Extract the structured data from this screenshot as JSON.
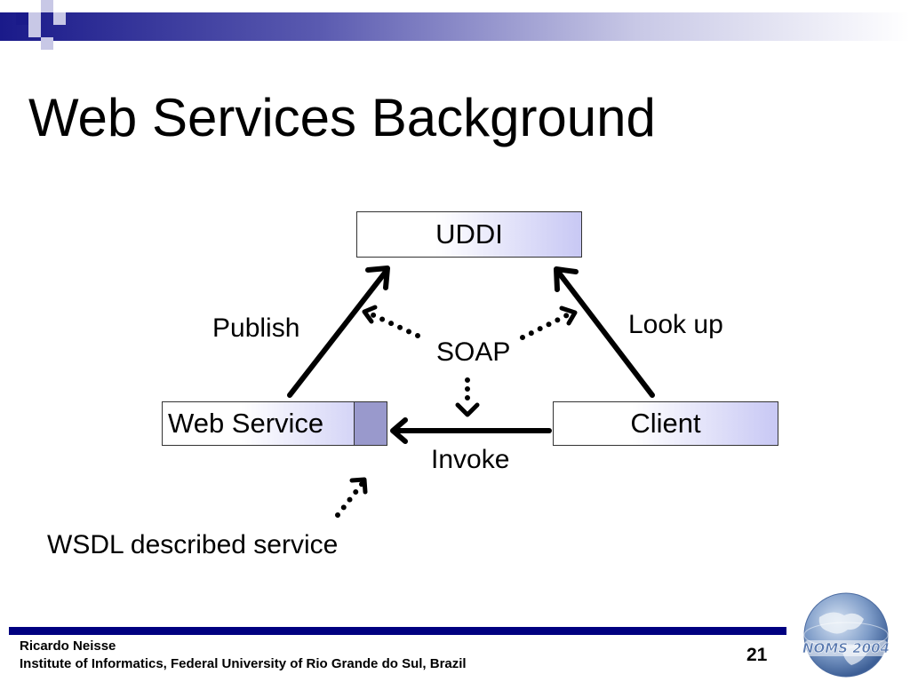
{
  "title": "Web Services Background",
  "diagram": {
    "uddi": "UDDI",
    "web_service": "Web Service",
    "client": "Client",
    "publish": "Publish",
    "lookup": "Look up",
    "soap": "SOAP",
    "invoke": "Invoke",
    "wsdl": "WSDL described service"
  },
  "footer": {
    "author": "Ricardo Neisse",
    "institution": "Institute of Informatics, Federal University of Rio Grande do Sul, Brazil",
    "page": "21",
    "logo_text": "NOMS 2004"
  },
  "colors": {
    "brand": "#000080",
    "box_fill": "#c8c8f4",
    "ws_square": "#9999cc"
  }
}
